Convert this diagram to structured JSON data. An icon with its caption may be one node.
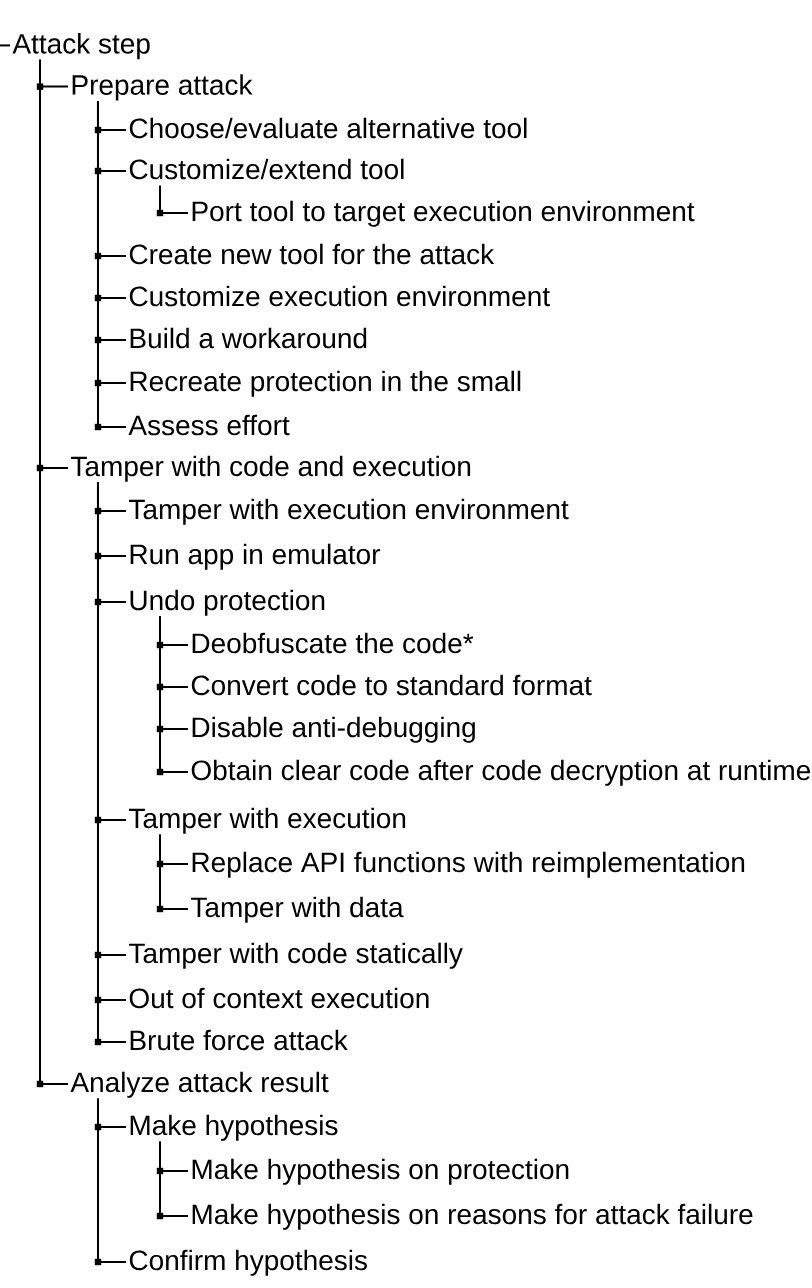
{
  "diagram": {
    "nodes": [
      {
        "text": [
          "Attack step"
        ]
      },
      {
        "text": [
          "Prepare attack"
        ]
      },
      {
        "text": [
          "Choose/evaluate alternative tool"
        ]
      },
      {
        "text": [
          "Customize/extend tool"
        ]
      },
      {
        "text": [
          "Port tool to target execution environment"
        ]
      },
      {
        "text": [
          "Create new tool for the attack"
        ]
      },
      {
        "text": [
          "Customize execution environment"
        ]
      },
      {
        "text": [
          "Build a workaround"
        ]
      },
      {
        "text": [
          "Recreate protection in the small"
        ]
      },
      {
        "text": [
          "Assess effort"
        ]
      },
      {
        "text": [
          "Tamper with code and execution"
        ]
      },
      {
        "text": [
          "Tamper with execution environment"
        ]
      },
      {
        "text": [
          "Run app in emulator"
        ]
      },
      {
        "text": [
          "Undo protection"
        ]
      },
      {
        "text": [
          "Deobfuscate the code*"
        ]
      },
      {
        "text": [
          "Convert code to standard format"
        ]
      },
      {
        "text": [
          "Disable anti-debugging"
        ]
      },
      {
        "text": [
          "Obtain clear code after code decryption at runtime"
        ]
      },
      {
        "text": [
          "Tamper with execution"
        ]
      },
      {
        "text": [
          "Replace API functions with reimplementation"
        ]
      },
      {
        "text": [
          "Tamper with data"
        ]
      },
      {
        "text": [
          "Tamper with code statically"
        ]
      },
      {
        "text": [
          "Out of context execution"
        ]
      },
      {
        "text": [
          "Brute force attack"
        ]
      },
      {
        "text": [
          "Analyze attack result"
        ]
      },
      {
        "text": [
          "Make hypothesis"
        ]
      },
      {
        "text": [
          "Make hypothesis on protection"
        ]
      },
      {
        "text": [
          "Make hypothesis on reasons for attack failure"
        ]
      },
      {
        "text": [
          "Confirm hypothesis"
        ]
      }
    ],
    "edges": [
      {
        "from": null,
        "to": 0,
        "arrow": "none"
      },
      {
        "from": 0,
        "to": 1,
        "arrow": "none"
      },
      {
        "from": 1,
        "to": 2,
        "arrow": "none"
      },
      {
        "from": 1,
        "to": 3,
        "arrow": "none"
      },
      {
        "from": 3,
        "to": 4,
        "arrow": "none"
      },
      {
        "from": 1,
        "to": 5,
        "arrow": "none"
      },
      {
        "from": 1,
        "to": 6,
        "arrow": "none"
      },
      {
        "from": 1,
        "to": 7,
        "arrow": "none"
      },
      {
        "from": 1,
        "to": 8,
        "arrow": "none"
      },
      {
        "from": 1,
        "to": 9,
        "arrow": "none"
      },
      {
        "from": 0,
        "to": 10,
        "arrow": "none"
      },
      {
        "from": 10,
        "to": 11,
        "arrow": "none"
      },
      {
        "from": 10,
        "to": 12,
        "arrow": "none"
      },
      {
        "from": 10,
        "to": 13,
        "arrow": "none"
      },
      {
        "from": 13,
        "to": 14,
        "arrow": "none"
      },
      {
        "from": 13,
        "to": 15,
        "arrow": "none"
      },
      {
        "from": 13,
        "to": 16,
        "arrow": "none"
      },
      {
        "from": 13,
        "to": 17,
        "arrow": "none"
      },
      {
        "from": 10,
        "to": 18,
        "arrow": "none"
      },
      {
        "from": 18,
        "to": 19,
        "arrow": "none"
      },
      {
        "from": 18,
        "to": 20,
        "arrow": "none"
      },
      {
        "from": 10,
        "to": 21,
        "arrow": "none"
      },
      {
        "from": 10,
        "to": 22,
        "arrow": "none"
      },
      {
        "from": 10,
        "to": 23,
        "arrow": "none"
      },
      {
        "from": 0,
        "to": 24,
        "arrow": "none"
      },
      {
        "from": 24,
        "to": 25,
        "arrow": "none"
      },
      {
        "from": 25,
        "to": 26,
        "arrow": "none"
      },
      {
        "from": 25,
        "to": 27,
        "arrow": "none"
      },
      {
        "from": 24,
        "to": 28,
        "arrow": "none"
      }
    ]
  }
}
